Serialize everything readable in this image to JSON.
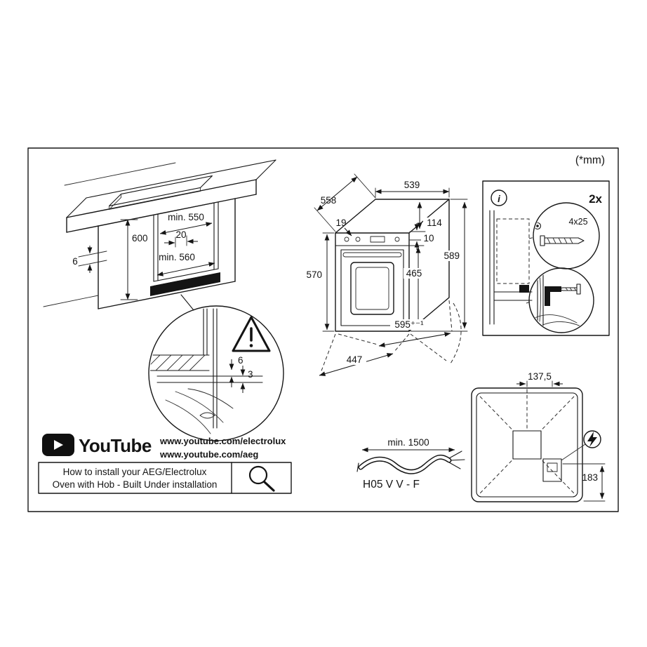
{
  "units_note": "(*mm)",
  "icons": {
    "info_glyph": "i"
  },
  "cabinet_figure": {
    "niche_width": "min. 550",
    "rear_clearance": "20",
    "niche_height": "600",
    "front_gap": "6",
    "niche_depth": "min. 560"
  },
  "worktop_detail": {
    "gap_top": "6",
    "gap_bottom": "3"
  },
  "oven_figure": {
    "depth_with_door": "558",
    "body_depth_top": "539",
    "panel_depth": "19",
    "upper_height": "114",
    "small_gap": "10",
    "front_height": "570",
    "rear_height": "465",
    "total_height": "589",
    "width_tolerance": "595⁺⁻¹",
    "lower_depth": "447"
  },
  "accessories_box": {
    "quantity": "2x",
    "screw_size": "4x25"
  },
  "top_view_figure": {
    "terminal_offset_x": "137,5",
    "terminal_offset_y": "183"
  },
  "power_cable": {
    "min_length": "min. 1500",
    "cable_type": "H05 V V - F"
  },
  "youtube_section": {
    "brand": "YouTube",
    "url_electrolux": "www.youtube.com/electrolux",
    "url_aeg": "www.youtube.com/aeg",
    "caption_line1": "How to install your AEG/Electrolux",
    "caption_line2": "Oven with Hob - Built Under installation"
  }
}
